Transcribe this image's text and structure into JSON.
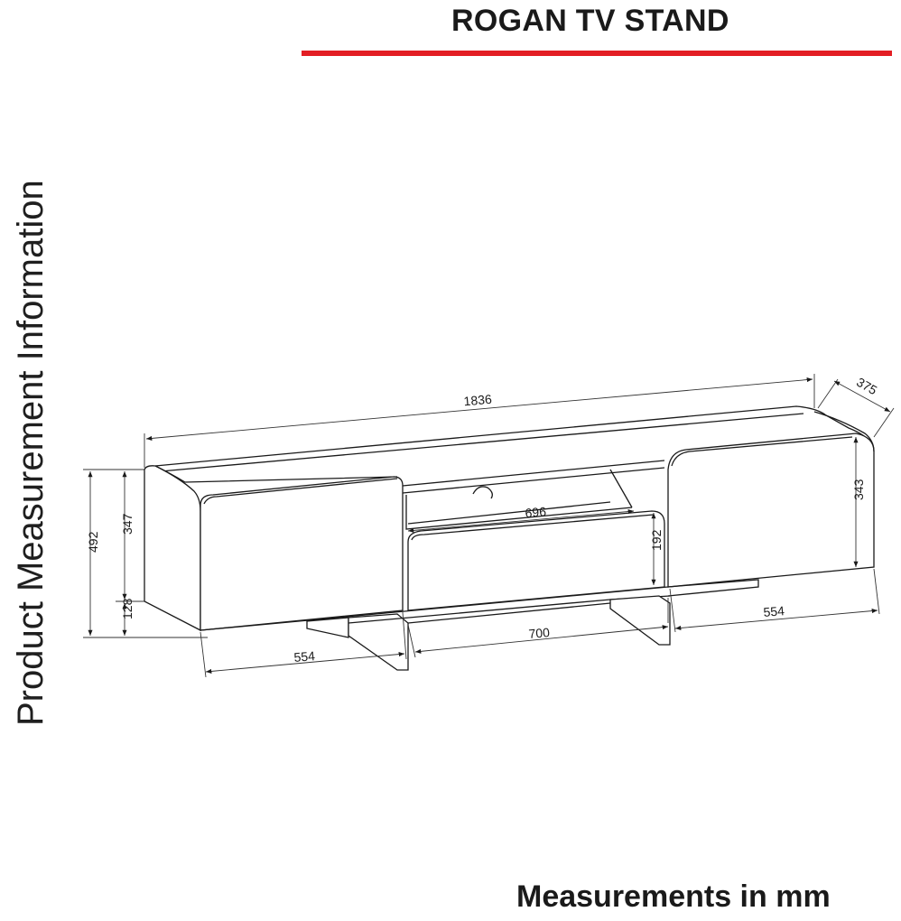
{
  "header": {
    "title": "ROGAN TV STAND",
    "accent_color": "#e31e24"
  },
  "side_label": "Product Measurement Information",
  "footer": "Measurements in mm",
  "dimensions": {
    "width_total": "1836",
    "depth": "375",
    "height_total": "492",
    "body_height": "347",
    "leg_height": "128",
    "shelf_width": "696",
    "drawer_height": "192",
    "door_height": "343",
    "left_door_width": "554",
    "right_door_width": "554",
    "leg_span": "700"
  }
}
